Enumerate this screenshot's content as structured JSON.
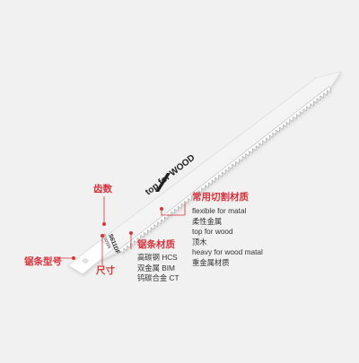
{
  "blade": {
    "brand_text": "top for WOOD",
    "spec_code": "S611DF",
    "tooth_mark": "6/10TPI",
    "colors": {
      "background": "#f1f1f1",
      "blade": "#ffffff",
      "accent": "#d9323a",
      "marking": "#222222"
    }
  },
  "annotations": {
    "teeth_label": "齿数",
    "model_label": "锯条型号",
    "size_label": "尺寸",
    "material_title": "锯条材质",
    "material_items": [
      "高碳钢 HCS",
      "双金属 BIM",
      "钨碳合金 CT"
    ],
    "cutting_title": "常用切割材质",
    "cutting_items": [
      "flexible for matal",
      "柔性金属",
      "top for wood",
      "顶木",
      "heavy for wood matal",
      "重金属材质"
    ]
  }
}
